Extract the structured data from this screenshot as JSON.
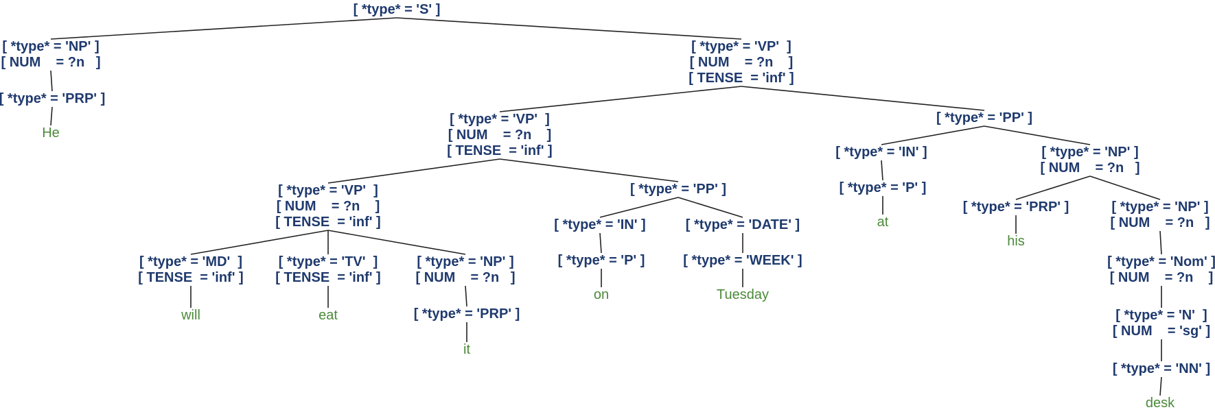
{
  "diagram": {
    "nodes": [
      {
        "id": "S",
        "lines": [
          "[ *type* = 'S' ]"
        ]
      },
      {
        "id": "NP1",
        "lines": [
          "[ *type* = 'NP' ]",
          "[ NUM    = ?n   ]"
        ]
      },
      {
        "id": "PRP1",
        "lines": [
          "[ *type* = 'PRP' ]"
        ]
      },
      {
        "id": "He",
        "leaf": "He"
      },
      {
        "id": "VP1",
        "lines": [
          "[ *type* = 'VP'  ]",
          "[ NUM    = ?n    ]",
          "[ TENSE  = 'inf' ]"
        ]
      },
      {
        "id": "VP2",
        "lines": [
          "[ *type* = 'VP'  ]",
          "[ NUM    = ?n    ]",
          "[ TENSE  = 'inf' ]"
        ]
      },
      {
        "id": "PP1",
        "lines": [
          "[ *type* = 'PP' ]"
        ]
      },
      {
        "id": "VP3",
        "lines": [
          "[ *type* = 'VP'  ]",
          "[ NUM    = ?n    ]",
          "[ TENSE  = 'inf' ]"
        ]
      },
      {
        "id": "PP2",
        "lines": [
          "[ *type* = 'PP' ]"
        ]
      },
      {
        "id": "MD",
        "lines": [
          "[ *type* = 'MD'  ]",
          "[ TENSE  = 'inf' ]"
        ]
      },
      {
        "id": "will",
        "leaf": "will"
      },
      {
        "id": "TV",
        "lines": [
          "[ *type* = 'TV'  ]",
          "[ TENSE  = 'inf' ]"
        ]
      },
      {
        "id": "eat",
        "leaf": "eat"
      },
      {
        "id": "NP2",
        "lines": [
          "[ *type* = 'NP' ]",
          "[ NUM    = ?n   ]"
        ]
      },
      {
        "id": "PRP2",
        "lines": [
          "[ *type* = 'PRP' ]"
        ]
      },
      {
        "id": "it",
        "leaf": "it"
      },
      {
        "id": "IN1",
        "lines": [
          "[ *type* = 'IN' ]"
        ]
      },
      {
        "id": "P1",
        "lines": [
          "[ *type* = 'P' ]"
        ]
      },
      {
        "id": "on",
        "leaf": "on"
      },
      {
        "id": "DATE",
        "lines": [
          "[ *type* = 'DATE' ]"
        ]
      },
      {
        "id": "WEEK",
        "lines": [
          "[ *type* = 'WEEK' ]"
        ]
      },
      {
        "id": "Tuesday",
        "leaf": "Tuesday"
      },
      {
        "id": "IN2",
        "lines": [
          "[ *type* = 'IN' ]"
        ]
      },
      {
        "id": "P2",
        "lines": [
          "[ *type* = 'P' ]"
        ]
      },
      {
        "id": "at",
        "leaf": "at"
      },
      {
        "id": "NP3",
        "lines": [
          "[ *type* = 'NP' ]",
          "[ NUM    = ?n   ]"
        ]
      },
      {
        "id": "PRP3",
        "lines": [
          "[ *type* = 'PRP' ]"
        ]
      },
      {
        "id": "his",
        "leaf": "his"
      },
      {
        "id": "NP4",
        "lines": [
          "[ *type* = 'NP' ]",
          "[ NUM    = ?n   ]"
        ]
      },
      {
        "id": "Nom",
        "lines": [
          "[ *type* = 'Nom' ]",
          "[ NUM    = ?n    ]"
        ]
      },
      {
        "id": "N",
        "lines": [
          "[ *type* = 'N'  ]",
          "[ NUM    = 'sg' ]"
        ]
      },
      {
        "id": "NN",
        "lines": [
          "[ *type* = 'NN' ]"
        ]
      },
      {
        "id": "desk",
        "leaf": "desk"
      }
    ],
    "edges": [
      [
        "S",
        "NP1"
      ],
      [
        "S",
        "VP1"
      ],
      [
        "NP1",
        "PRP1"
      ],
      [
        "PRP1",
        "He"
      ],
      [
        "VP1",
        "VP2"
      ],
      [
        "VP1",
        "PP1"
      ],
      [
        "VP2",
        "VP3"
      ],
      [
        "VP2",
        "PP2"
      ],
      [
        "VP3",
        "MD"
      ],
      [
        "VP3",
        "TV"
      ],
      [
        "VP3",
        "NP2"
      ],
      [
        "MD",
        "will"
      ],
      [
        "TV",
        "eat"
      ],
      [
        "NP2",
        "PRP2"
      ],
      [
        "PRP2",
        "it"
      ],
      [
        "PP2",
        "IN1"
      ],
      [
        "PP2",
        "DATE"
      ],
      [
        "IN1",
        "P1"
      ],
      [
        "P1",
        "on"
      ],
      [
        "DATE",
        "WEEK"
      ],
      [
        "WEEK",
        "Tuesday"
      ],
      [
        "PP1",
        "IN2"
      ],
      [
        "PP1",
        "NP3"
      ],
      [
        "IN2",
        "P2"
      ],
      [
        "P2",
        "at"
      ],
      [
        "NP3",
        "PRP3"
      ],
      [
        "NP3",
        "NP4"
      ],
      [
        "PRP3",
        "his"
      ],
      [
        "NP4",
        "Nom"
      ],
      [
        "Nom",
        "N"
      ],
      [
        "N",
        "NN"
      ],
      [
        "NN",
        "desk"
      ]
    ]
  }
}
